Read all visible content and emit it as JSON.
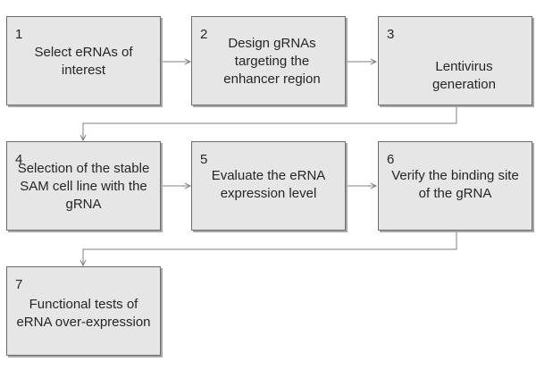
{
  "steps": [
    {
      "number": "1",
      "label": "Select eRNAs of interest"
    },
    {
      "number": "2",
      "label": "Design gRNAs targeting the enhancer region"
    },
    {
      "number": "3",
      "label": "Lentivirus generation"
    },
    {
      "number": "4",
      "label": "Selection of the stable SAM cell line with the gRNA"
    },
    {
      "number": "5",
      "label": "Evaluate the eRNA expression level"
    },
    {
      "number": "6",
      "label": "Verify the binding site of the gRNA"
    },
    {
      "number": "7",
      "label": "Functional tests of eRNA over-expression"
    }
  ],
  "colors": {
    "box_fill": "#e7e6e6",
    "box_border": "#6b6b6b",
    "connector": "#7f7f7f",
    "text": "#262626"
  }
}
